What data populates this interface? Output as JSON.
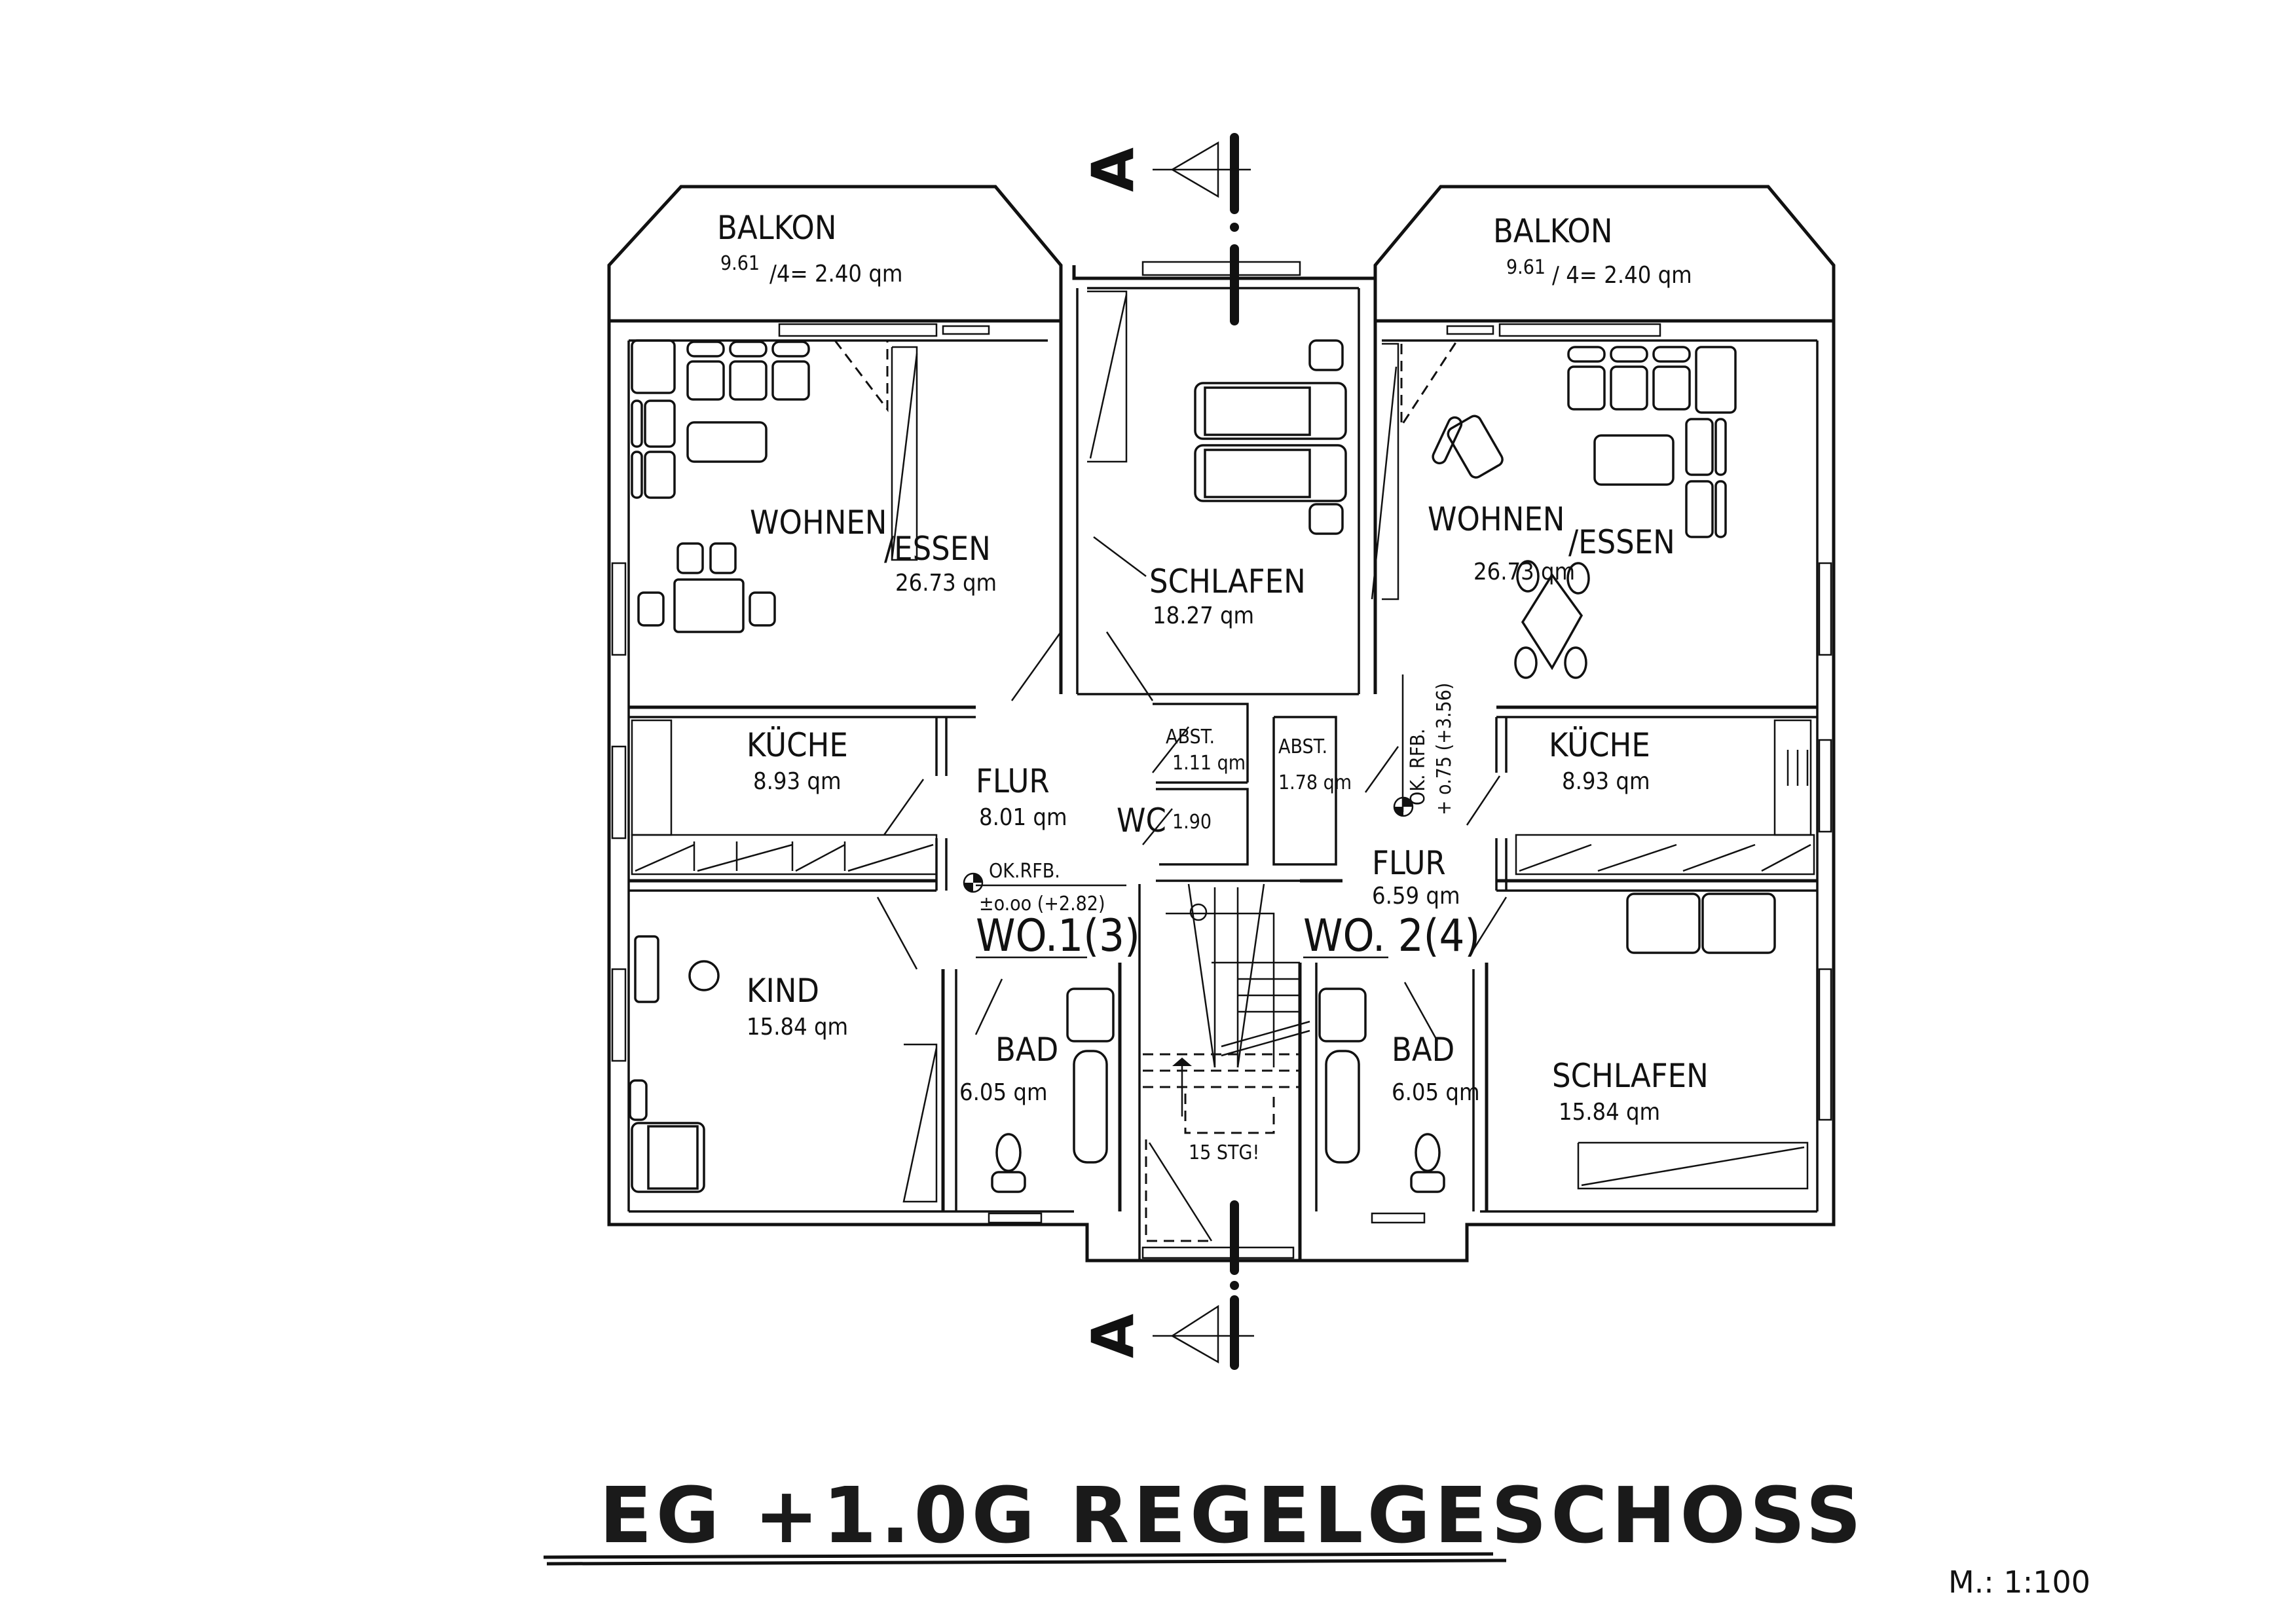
{
  "drawing": {
    "title": "EG +1.0G   REGELGESCHOSS",
    "scale": "M.: 1:100",
    "section_marker": "A"
  },
  "units": {
    "wo1": "WO.1(3)",
    "wo2": "WO. 2(4)"
  },
  "rooms": {
    "balkon_left": {
      "name": "BALKON",
      "area": "9.61/4= 2.40 qm",
      "area_num": "9.61",
      "area_rest": "/4= 2.40 qm"
    },
    "balkon_right": {
      "name": "BALKON",
      "area": "9.61/ 4= 2.40 qm",
      "area_num": "9.61",
      "area_rest": "/ 4= 2.40 qm"
    },
    "wohnen_left": {
      "name_a": "WOHNEN",
      "name_b": "/ESSEN",
      "area": "26.73 qm"
    },
    "schlafen_center": {
      "name": "SCHLAFEN",
      "area": "18.27 qm"
    },
    "wohnen_right": {
      "name_a": "WOHNEN",
      "name_b": "/ESSEN",
      "area": "26.73 qm"
    },
    "kueche_left": {
      "name": "KÜCHE",
      "area": "8.93 qm"
    },
    "flur_left": {
      "name": "FLUR",
      "area": "8.01 qm"
    },
    "abst_left": {
      "name": "ABST.",
      "area": "1.11 qm"
    },
    "abst_right": {
      "name": "ABST.",
      "area": "1.78 qm"
    },
    "wc": {
      "name": "WC",
      "area": "1.90"
    },
    "kueche_right": {
      "name": "KÜCHE",
      "area": "8.93 qm"
    },
    "flur_right": {
      "name": "FLUR",
      "area": "6.59 qm"
    },
    "kind": {
      "name": "KIND",
      "area": "15.84 qm"
    },
    "bad_left": {
      "name": "BAD",
      "area": "6.05 qm"
    },
    "bad_right": {
      "name": "BAD",
      "area": "6.05 qm"
    },
    "schlafen_right": {
      "name": "SCHLAFEN",
      "area": "15.84 qm"
    }
  },
  "annotations": {
    "level_left_label": "OK.RFB.",
    "level_left_value": "±o.oo (+2.82)",
    "level_right_label": "OK. RFB.",
    "level_right_value": "+ o.75 (+3.56)",
    "stairs": "15 STG!"
  }
}
